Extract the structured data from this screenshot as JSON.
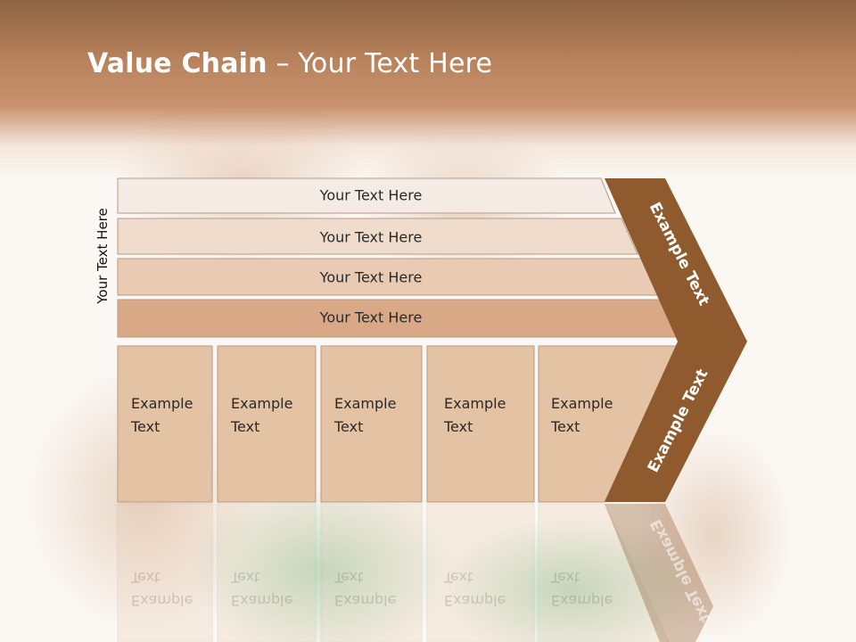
{
  "title": {
    "bold": "Value Chain",
    "rest": " – Your Text Here"
  },
  "side_label": "Your Text Here",
  "support_rows": [
    "Your Text Here",
    "Your Text Here",
    "Your Text Here",
    "Your Text Here"
  ],
  "primary_cells": [
    {
      "line1": "Example",
      "line2": "Text"
    },
    {
      "line1": "Example",
      "line2": "Text"
    },
    {
      "line1": "Example",
      "line2": "Text"
    },
    {
      "line1": "Example",
      "line2": "Text"
    },
    {
      "line1": "Example",
      "line2": "Text"
    }
  ],
  "margin_labels": {
    "top": "Example Text",
    "bottom": "Example Text"
  },
  "colors": {
    "header": "#b9835c",
    "row1": "#f4ebe4",
    "row2": "#efdccc",
    "row3": "#e9cbb4",
    "row4": "#d8a887",
    "cells": "#e3c3a4",
    "chevron": "#8f5a2e"
  }
}
